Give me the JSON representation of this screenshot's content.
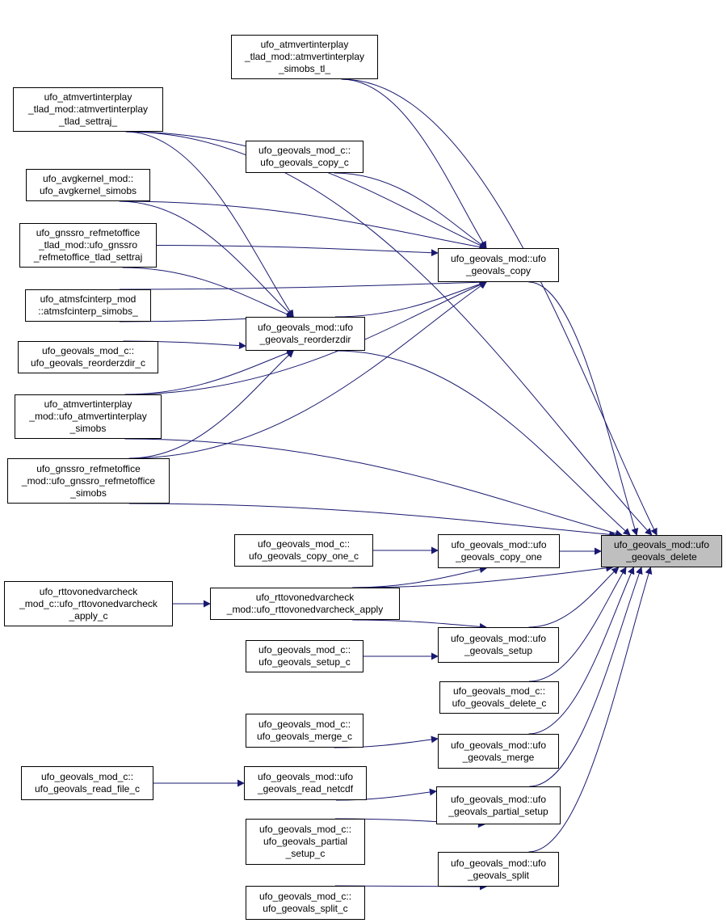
{
  "colors": {
    "edge": "#191970",
    "node_border": "#000000",
    "target_fill": "#bfbfbf",
    "background": "#ffffff"
  },
  "nodes": {
    "delete": "ufo_geovals_mod::ufo\n_geovals_delete",
    "atm_tl_simobs": "ufo_atmvertinterplay\n_tlad_mod::atmvertinterplay\n_simobs_tl_",
    "atm_tl_settraj": "ufo_atmvertinterplay\n_tlad_mod::atmvertinterplay\n_tlad_settraj_",
    "copy_c": "ufo_geovals_mod_c::\nufo_geovals_copy_c",
    "avgkernel": "ufo_avgkernel_mod::\nufo_avgkernel_simobs",
    "gnss_tl_settraj": "ufo_gnssro_refmetoffice\n_tlad_mod::ufo_gnssro\n_refmetoffice_tlad_settraj",
    "copy": "ufo_geovals_mod::ufo\n_geovals_copy",
    "atmsfc": "ufo_atmsfcinterp_mod\n::atmsfcinterp_simobs_",
    "reorderzdir": "ufo_geovals_mod::ufo\n_geovals_reorderzdir",
    "reorderzdir_c": "ufo_geovals_mod_c::\nufo_geovals_reorderzdir_c",
    "atm_simobs": "ufo_atmvertinterplay\n_mod::ufo_atmvertinterplay\n_simobs",
    "gnss_simobs": "ufo_gnssro_refmetoffice\n_mod::ufo_gnssro_refmetoffice\n_simobs",
    "copy_one_c": "ufo_geovals_mod_c::\nufo_geovals_copy_one_c",
    "copy_one": "ufo_geovals_mod::ufo\n_geovals_copy_one",
    "rttov_c": "ufo_rttovonedvarcheck\n_mod_c::ufo_rttovonedvarcheck\n_apply_c",
    "rttov": "ufo_rttovonedvarcheck\n_mod::ufo_rttovonedvarcheck_apply",
    "setup": "ufo_geovals_mod::ufo\n_geovals_setup",
    "setup_c": "ufo_geovals_mod_c::\nufo_geovals_setup_c",
    "delete_c": "ufo_geovals_mod_c::\nufo_geovals_delete_c",
    "merge_c": "ufo_geovals_mod_c::\nufo_geovals_merge_c",
    "merge": "ufo_geovals_mod::ufo\n_geovals_merge",
    "read_file_c": "ufo_geovals_mod_c::\nufo_geovals_read_file_c",
    "read_netcdf": "ufo_geovals_mod::ufo\n_geovals_read_netcdf",
    "partial_setup": "ufo_geovals_mod::ufo\n_geovals_partial_setup",
    "partial_setup_c": "ufo_geovals_mod_c::\nufo_geovals_partial\n_setup_c",
    "split": "ufo_geovals_mod::ufo\n_geovals_split",
    "split_c": "ufo_geovals_mod_c::\nufo_geovals_split_c"
  },
  "edges": [
    [
      "atm_tl_simobs",
      "delete"
    ],
    [
      "atm_tl_settraj",
      "delete"
    ],
    [
      "copy",
      "delete"
    ],
    [
      "reorderzdir",
      "delete"
    ],
    [
      "atm_simobs",
      "delete"
    ],
    [
      "gnss_simobs",
      "delete"
    ],
    [
      "copy_one",
      "delete"
    ],
    [
      "rttov",
      "delete"
    ],
    [
      "setup",
      "delete"
    ],
    [
      "delete_c",
      "delete"
    ],
    [
      "merge",
      "delete"
    ],
    [
      "partial_setup",
      "delete"
    ],
    [
      "split",
      "delete"
    ],
    [
      "atm_tl_simobs",
      "copy"
    ],
    [
      "atm_tl_settraj",
      "copy"
    ],
    [
      "copy_c",
      "copy"
    ],
    [
      "avgkernel",
      "copy"
    ],
    [
      "gnss_tl_settraj",
      "copy"
    ],
    [
      "atmsfc",
      "copy"
    ],
    [
      "reorderzdir",
      "copy"
    ],
    [
      "atm_simobs",
      "copy"
    ],
    [
      "gnss_simobs",
      "copy"
    ],
    [
      "atm_tl_settraj",
      "reorderzdir"
    ],
    [
      "avgkernel",
      "reorderzdir"
    ],
    [
      "gnss_tl_settraj",
      "reorderzdir"
    ],
    [
      "atmsfc",
      "reorderzdir"
    ],
    [
      "reorderzdir_c",
      "reorderzdir"
    ],
    [
      "atm_simobs",
      "reorderzdir"
    ],
    [
      "gnss_simobs",
      "reorderzdir"
    ],
    [
      "copy_one_c",
      "copy_one"
    ],
    [
      "rttov",
      "copy_one"
    ],
    [
      "rttov_c",
      "rttov"
    ],
    [
      "rttov",
      "setup"
    ],
    [
      "setup_c",
      "setup"
    ],
    [
      "merge_c",
      "merge"
    ],
    [
      "read_file_c",
      "read_netcdf"
    ],
    [
      "read_netcdf",
      "partial_setup"
    ],
    [
      "partial_setup_c",
      "partial_setup"
    ],
    [
      "split_c",
      "split"
    ]
  ]
}
